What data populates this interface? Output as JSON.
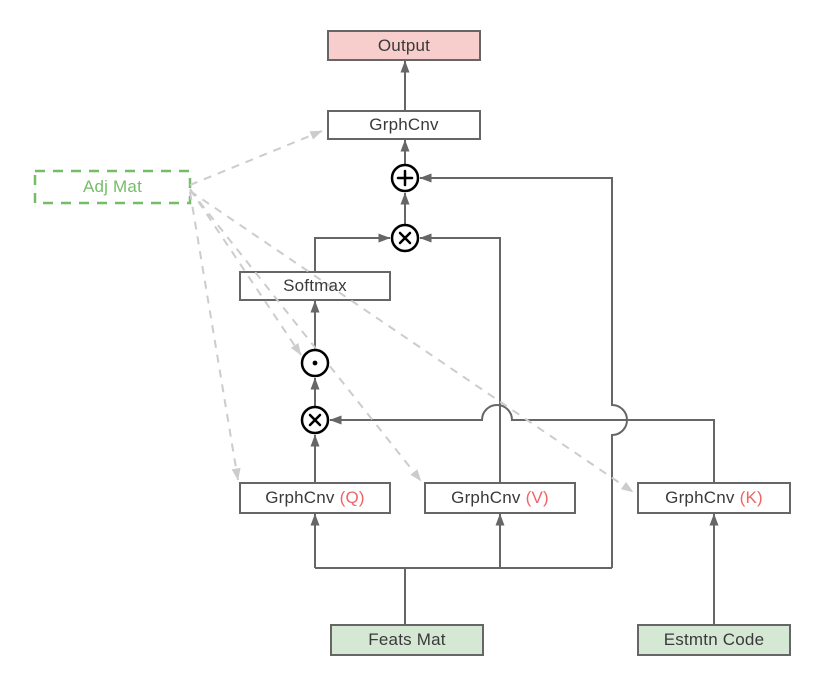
{
  "colors": {
    "output_fill": "#f8cecc",
    "input_fill": "#d5e8d4",
    "node_fill": "#ffffff",
    "node_border": "#666666",
    "connector": "#666666",
    "dashed_connector": "#cccccc",
    "adj_green": "#76bd68",
    "text": "#3a3a3a",
    "qvk_red": "#f06464"
  },
  "nodes": {
    "output": {
      "label": "Output"
    },
    "grphcnv_top": {
      "label": "GrphCnv"
    },
    "adj_mat": {
      "label": "Adj Mat"
    },
    "softmax": {
      "label": "Softmax"
    },
    "grphcnv_q": {
      "label": "GrphCnv",
      "suffix": "(Q)"
    },
    "grphcnv_v": {
      "label": "GrphCnv",
      "suffix": "(V)"
    },
    "grphcnv_k": {
      "label": "GrphCnv",
      "suffix": "(K)"
    },
    "feats_mat": {
      "label": "Feats Mat"
    },
    "estmtn_code": {
      "label": "Estmtn Code"
    }
  },
  "operators": {
    "add": {
      "symbol": "⊕",
      "name": "circled-plus"
    },
    "matmul_upper": {
      "symbol": "⊗",
      "name": "circled-times"
    },
    "hadamard": {
      "symbol": "⊙",
      "name": "circled-dot"
    },
    "matmul_lower": {
      "symbol": "⊗",
      "name": "circled-times"
    }
  }
}
